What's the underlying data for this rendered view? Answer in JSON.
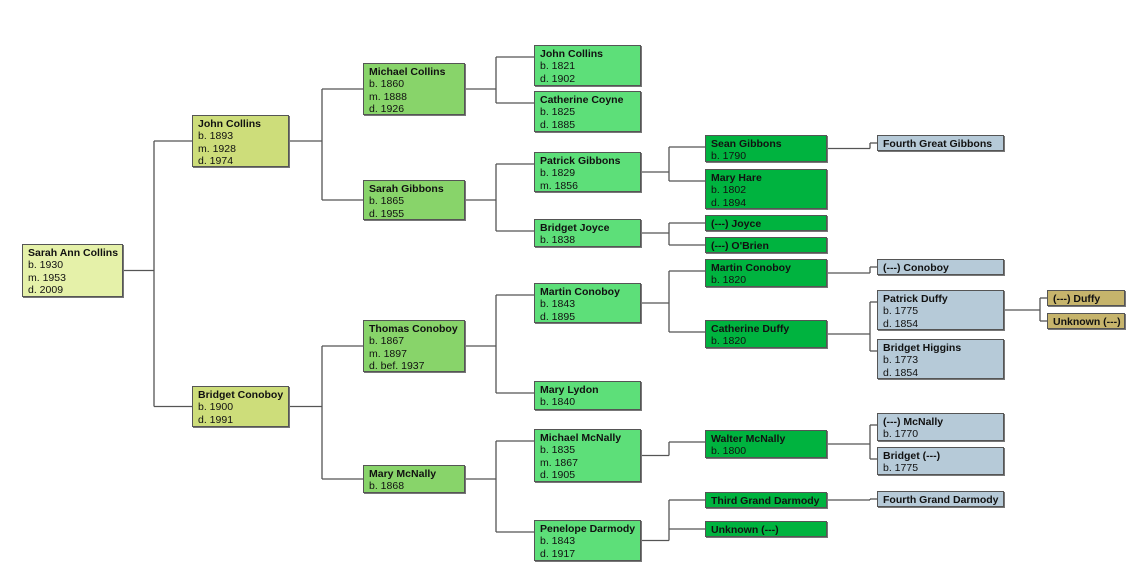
{
  "colors": {
    "gen0": "#e5f1a9",
    "gen1": "#cddd7a",
    "gen2": "#88d46a",
    "gen3": "#5ddf79",
    "gen4": "#00b33f",
    "gen5": "#b6cad8",
    "gen6": "#c6b46c",
    "line": "#555555"
  },
  "people": [
    {
      "id": "p0",
      "gen": 0,
      "name": "Sarah Ann Collins",
      "lines": [
        "b. 1930",
        "m. 1953",
        "d. 2009"
      ],
      "parents": [
        "p1",
        "p2"
      ]
    },
    {
      "id": "p1",
      "gen": 1,
      "name": "John Collins",
      "lines": [
        "b. 1893",
        "m. 1928",
        "d. 1974"
      ],
      "parents": [
        "p3",
        "p4"
      ]
    },
    {
      "id": "p2",
      "gen": 1,
      "name": "Bridget Conoboy",
      "lines": [
        "b. 1900",
        "d. 1991"
      ],
      "parents": [
        "p5",
        "p6"
      ]
    },
    {
      "id": "p3",
      "gen": 2,
      "name": "Michael Collins",
      "lines": [
        "b. 1860",
        "m. 1888",
        "d. 1926"
      ],
      "parents": [
        "p7",
        "p8"
      ]
    },
    {
      "id": "p4",
      "gen": 2,
      "name": "Sarah Gibbons",
      "lines": [
        "b. 1865",
        "d. 1955"
      ],
      "parents": [
        "p9",
        "p10"
      ]
    },
    {
      "id": "p5",
      "gen": 2,
      "name": "Thomas Conoboy",
      "lines": [
        "b. 1867",
        "m. 1897",
        "d. bef. 1937"
      ],
      "parents": [
        "p11",
        "p12"
      ]
    },
    {
      "id": "p6",
      "gen": 2,
      "name": "Mary McNally",
      "lines": [
        "b. 1868"
      ],
      "parents": [
        "p13",
        "p14"
      ]
    },
    {
      "id": "p7",
      "gen": 3,
      "name": "John Collins",
      "lines": [
        "b. 1821",
        "d. 1902"
      ],
      "parents": []
    },
    {
      "id": "p8",
      "gen": 3,
      "name": "Catherine Coyne",
      "lines": [
        "b. 1825",
        "d. 1885"
      ],
      "parents": []
    },
    {
      "id": "p9",
      "gen": 3,
      "name": "Patrick Gibbons",
      "lines": [
        "b. 1829",
        "m. 1856"
      ],
      "parents": [
        "p15",
        "p16"
      ]
    },
    {
      "id": "p10",
      "gen": 3,
      "name": "Bridget Joyce",
      "lines": [
        "b. 1838"
      ],
      "parents": [
        "p17",
        "p18"
      ]
    },
    {
      "id": "p11",
      "gen": 3,
      "name": "Martin Conoboy",
      "lines": [
        "b. 1843",
        "d. 1895"
      ],
      "parents": [
        "p19",
        "p20"
      ]
    },
    {
      "id": "p12",
      "gen": 3,
      "name": "Mary Lydon",
      "lines": [
        "b. 1840"
      ],
      "parents": []
    },
    {
      "id": "p13",
      "gen": 3,
      "name": "Michael McNally",
      "lines": [
        "b. 1835",
        "m. 1867",
        "d. 1905"
      ],
      "parents": [
        "p21"
      ]
    },
    {
      "id": "p14",
      "gen": 3,
      "name": "Penelope Darmody",
      "lines": [
        "b. 1843",
        "d. 1917"
      ],
      "parents": [
        "p22",
        "p23"
      ]
    },
    {
      "id": "p15",
      "gen": 4,
      "name": "Sean Gibbons",
      "lines": [
        "b. 1790"
      ],
      "parents": [
        "p24"
      ]
    },
    {
      "id": "p16",
      "gen": 4,
      "name": "Mary Hare",
      "lines": [
        "b. 1802",
        "d. 1894"
      ],
      "parents": []
    },
    {
      "id": "p17",
      "gen": 4,
      "name": "(---) Joyce",
      "lines": [],
      "parents": []
    },
    {
      "id": "p18",
      "gen": 4,
      "name": "(---) O'Brien",
      "lines": [],
      "parents": []
    },
    {
      "id": "p19",
      "gen": 4,
      "name": "Martin Conoboy",
      "lines": [
        "b. 1820"
      ],
      "parents": [
        "p25"
      ]
    },
    {
      "id": "p20",
      "gen": 4,
      "name": "Catherine Duffy",
      "lines": [
        "b. 1820"
      ],
      "parents": [
        "p26",
        "p27"
      ]
    },
    {
      "id": "p21",
      "gen": 4,
      "name": "Walter McNally",
      "lines": [
        "b. 1800"
      ],
      "parents": [
        "p28",
        "p29"
      ]
    },
    {
      "id": "p22",
      "gen": 4,
      "name": "Third Grand Darmody",
      "lines": [],
      "parents": [
        "p30"
      ]
    },
    {
      "id": "p23",
      "gen": 4,
      "name": "Unknown (---)",
      "lines": [],
      "parents": []
    },
    {
      "id": "p24",
      "gen": 5,
      "name": "Fourth Great Gibbons",
      "lines": [],
      "parents": []
    },
    {
      "id": "p25",
      "gen": 5,
      "name": "(---) Conoboy",
      "lines": [],
      "parents": []
    },
    {
      "id": "p26",
      "gen": 5,
      "name": "Patrick Duffy",
      "lines": [
        "b. 1775",
        "d. 1854"
      ],
      "parents": [
        "p31",
        "p32"
      ]
    },
    {
      "id": "p27",
      "gen": 5,
      "name": "Bridget Higgins",
      "lines": [
        "b. 1773",
        "d. 1854"
      ],
      "parents": []
    },
    {
      "id": "p28",
      "gen": 5,
      "name": "(---) McNally",
      "lines": [
        "b. 1770"
      ],
      "parents": []
    },
    {
      "id": "p29",
      "gen": 5,
      "name": "Bridget (---)",
      "lines": [
        "b. 1775"
      ],
      "parents": []
    },
    {
      "id": "p30",
      "gen": 5,
      "name": "Fourth Grand Darmody",
      "lines": [],
      "parents": []
    },
    {
      "id": "p31",
      "gen": 6,
      "name": "(---) Duffy",
      "lines": [],
      "parents": []
    },
    {
      "id": "p32",
      "gen": 6,
      "name": "Unknown (---)",
      "lines": [],
      "parents": []
    }
  ]
}
